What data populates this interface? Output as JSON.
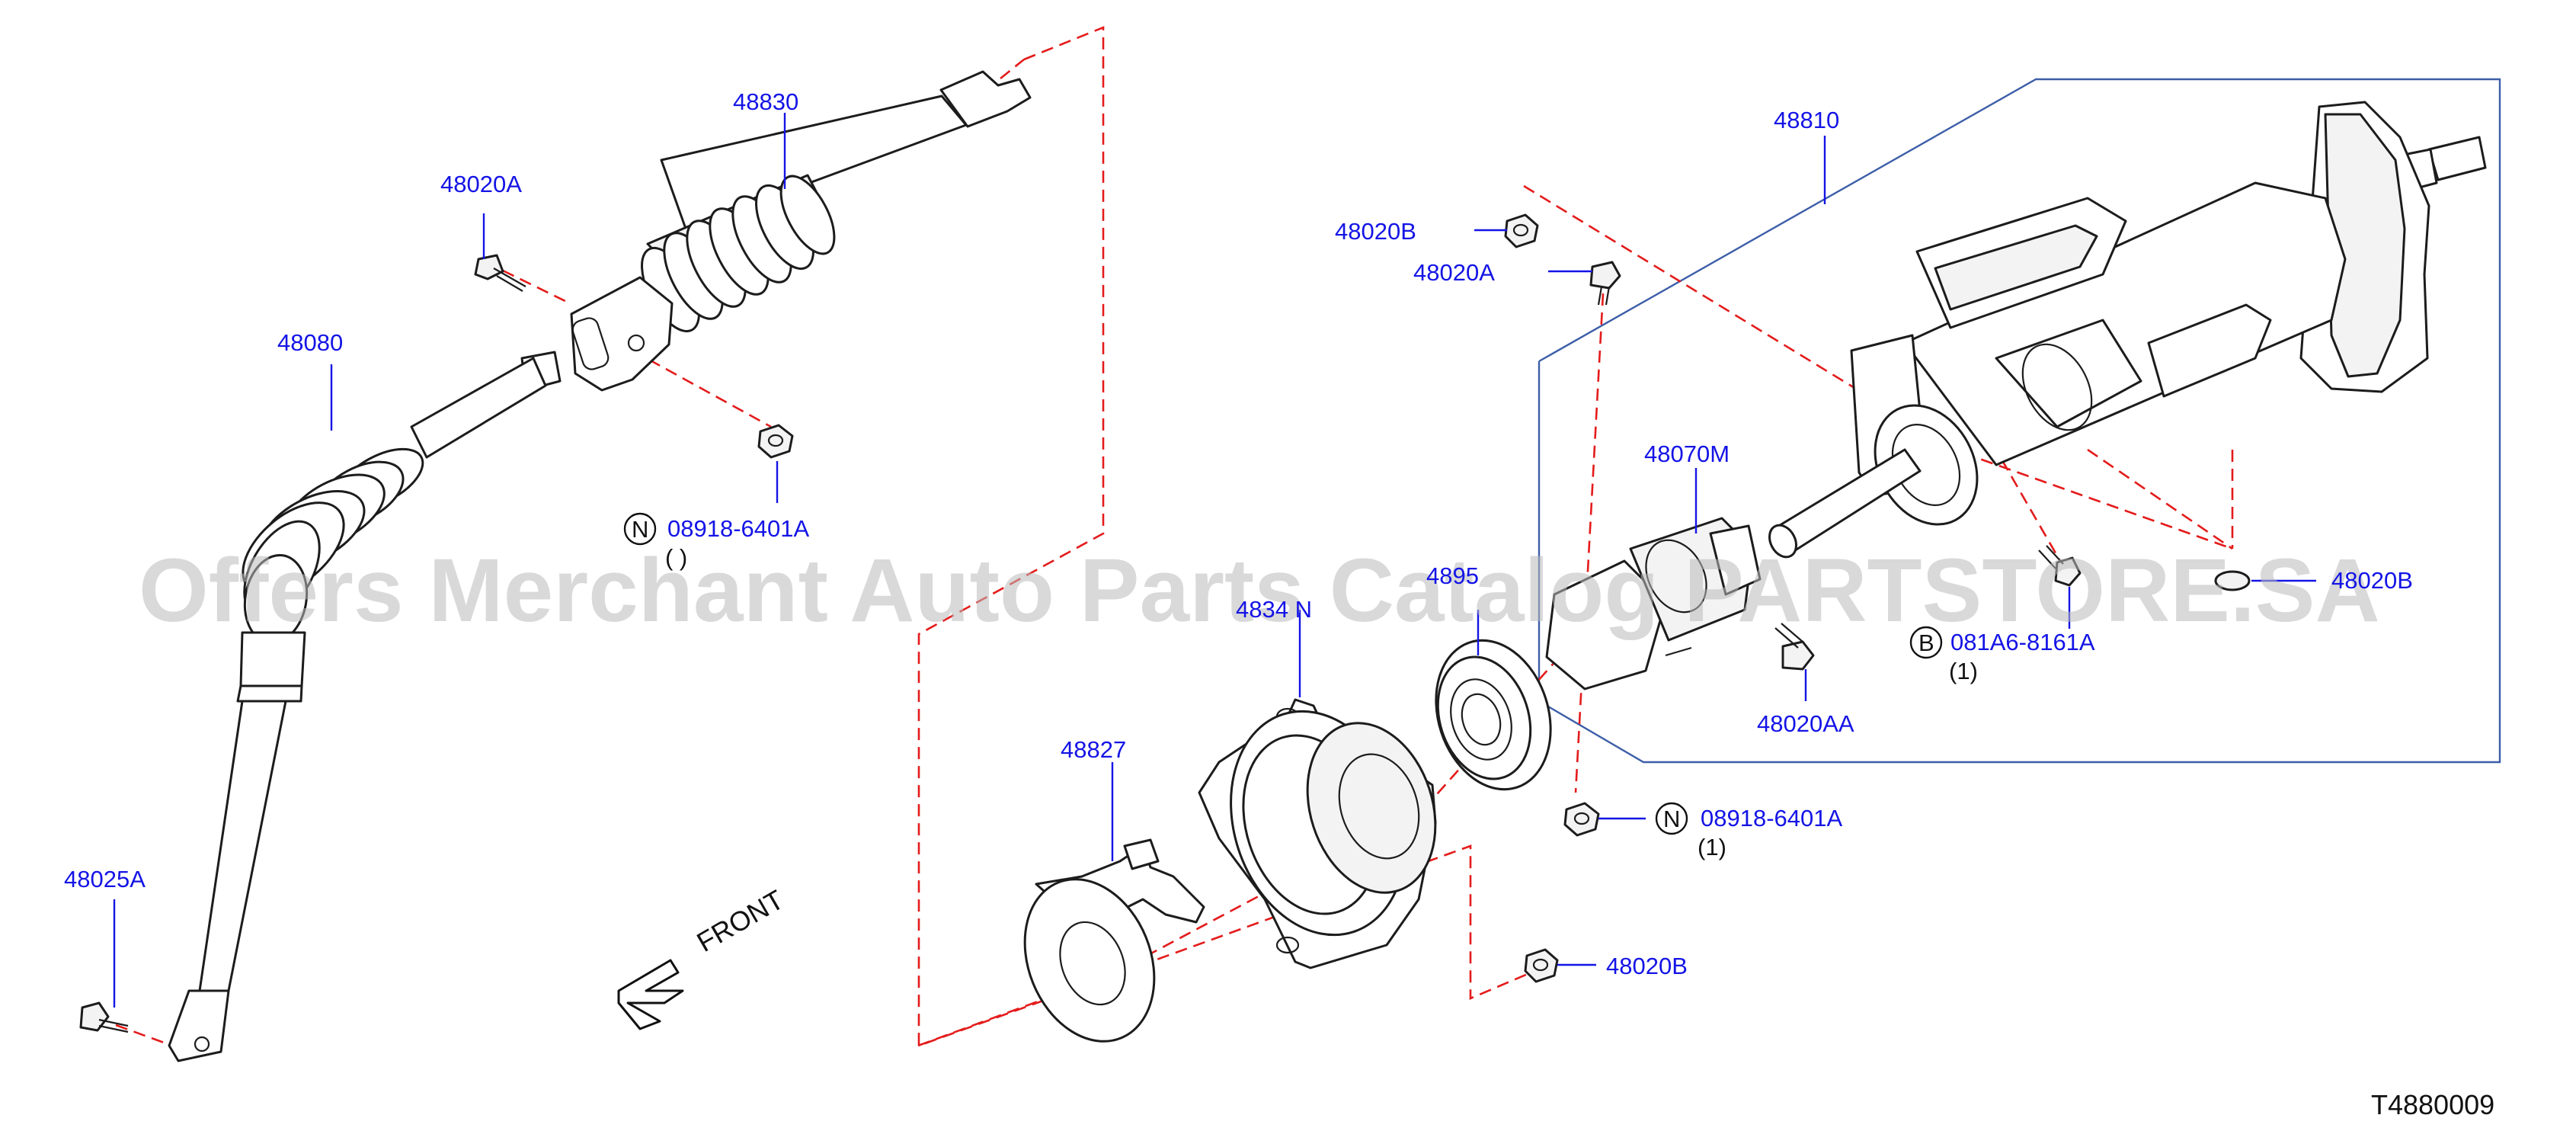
{
  "diagram": {
    "drawing_code": "T4880009",
    "watermark": "Offers Merchant Auto Parts Catalog PARTSTORE.SA",
    "front_arrow_label": "FRONT",
    "callouts": [
      {
        "id": "48830",
        "label": "48830"
      },
      {
        "id": "48020A-top",
        "label": "48020A"
      },
      {
        "id": "48080",
        "label": "48080"
      },
      {
        "id": "08918-6401A-left",
        "label": "08918-6401A",
        "prefix": "N",
        "qty": "( )"
      },
      {
        "id": "48025A",
        "label": "48025A"
      },
      {
        "id": "48810",
        "label": "48810"
      },
      {
        "id": "48020B-top",
        "label": "48020B"
      },
      {
        "id": "48020A-mid",
        "label": "48020A"
      },
      {
        "id": "48070M",
        "label": "48070M"
      },
      {
        "id": "4895x",
        "label": "4895"
      },
      {
        "id": "4834xN",
        "label": "4834 N"
      },
      {
        "id": "48827",
        "label": "48827"
      },
      {
        "id": "081A6-8161A",
        "label": "081A6-8161A",
        "prefix": "B",
        "qty": "(1)"
      },
      {
        "id": "48020AA",
        "label": "48020AA"
      },
      {
        "id": "08918-6401A-right",
        "label": "08918-6401A",
        "prefix": "N",
        "qty": "(1)"
      },
      {
        "id": "48020B-bottom",
        "label": "48020B"
      },
      {
        "id": "48020B-right",
        "label": "48020B"
      }
    ]
  },
  "colors": {
    "label_blue": "#1414e6",
    "leader_blue": "#1414e6",
    "dash_red": "#e41b1b",
    "frame_blue": "#3d5ea8",
    "watermark_gray": "#b9b9b9"
  }
}
